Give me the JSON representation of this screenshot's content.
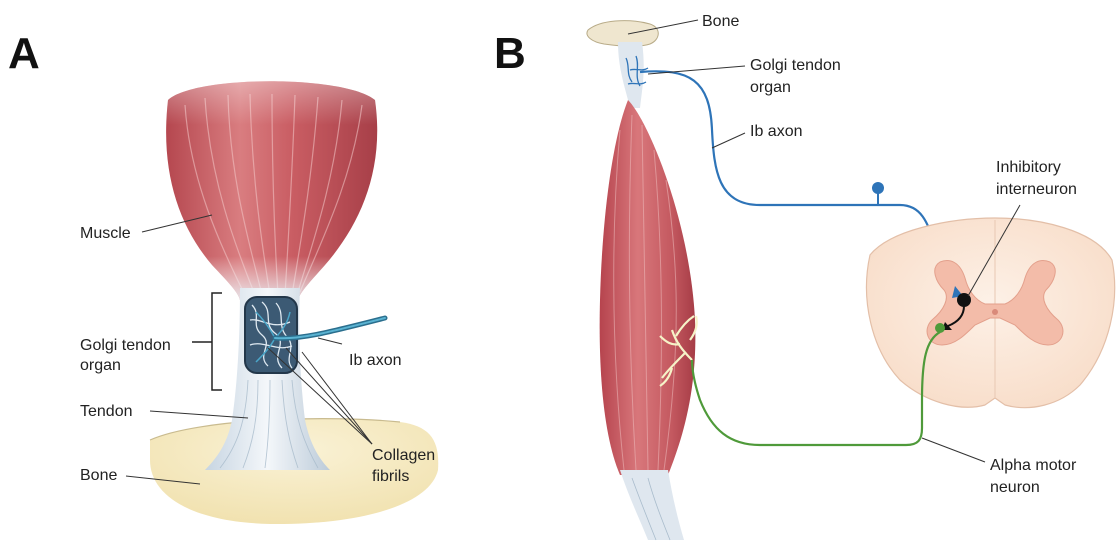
{
  "panels": {
    "a": {
      "letter": "A",
      "labels": {
        "muscle": "Muscle",
        "golgi_line1": "Golgi tendon",
        "golgi_line2": "organ",
        "ib_axon": "Ib axon",
        "tendon": "Tendon",
        "bone": "Bone",
        "collagen_line1": "Collagen",
        "collagen_line2": "fibrils"
      }
    },
    "b": {
      "letter": "B",
      "labels": {
        "bone": "Bone",
        "golgi_line1": "Golgi tendon",
        "golgi_line2": "organ",
        "ib_axon": "Ib axon",
        "inhibitory_line1": "Inhibitory",
        "inhibitory_line2": "interneuron",
        "alpha_line1": "Alpha motor",
        "alpha_line2": "neuron"
      }
    }
  },
  "colors": {
    "muscle": "#b94b53",
    "muscle_light": "#e3a0a2",
    "tendon": "#dde6ee",
    "bone": "#f3e7bf",
    "ib_axon": "#2e74b8",
    "alpha_motor": "#4f9a3a",
    "interneuron": "#111111",
    "cord": "#fbe8dc",
    "gray_matter": "#f2b9a8"
  }
}
